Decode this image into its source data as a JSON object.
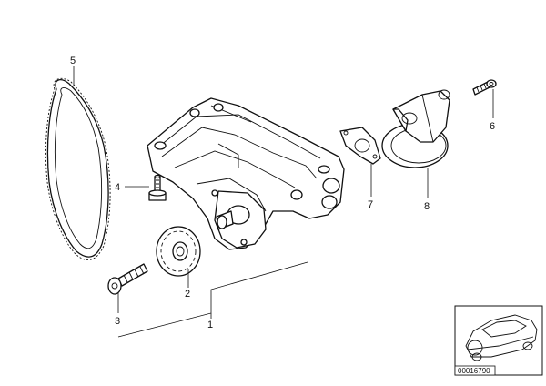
{
  "diagram": {
    "callouts": {
      "c1": "1",
      "c2": "2",
      "c3": "3",
      "c4": "4",
      "c5": "5",
      "c6": "6",
      "c7": "7",
      "c8": "8"
    },
    "thumbnail": {
      "code": "00016790"
    }
  }
}
